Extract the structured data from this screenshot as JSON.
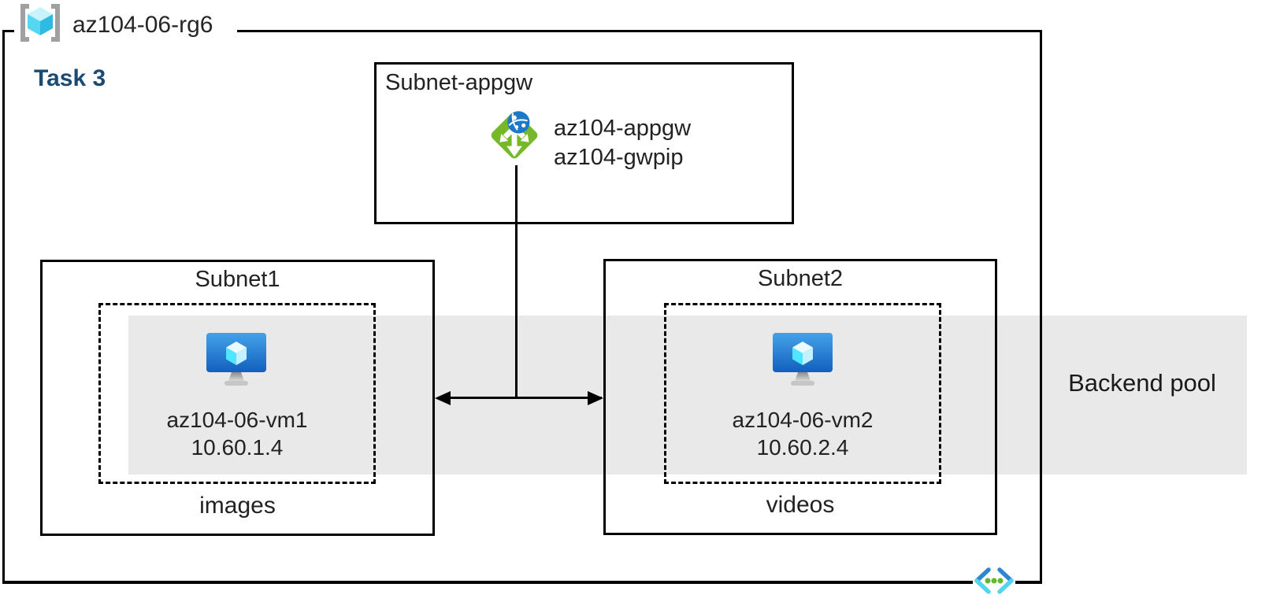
{
  "diagram": {
    "resource_group": "az104-06-rg6",
    "task": "Task 3",
    "appgw_subnet": {
      "title": "Subnet-appgw",
      "gateway_name": "az104-appgw",
      "gateway_pip": "az104-gwpip"
    },
    "subnet1": {
      "title": "Subnet1",
      "vm_name": "az104-06-vm1",
      "vm_ip": "10.60.1.4",
      "label": "images"
    },
    "subnet2": {
      "title": "Subnet2",
      "vm_name": "az104-06-vm2",
      "vm_ip": "10.60.2.4",
      "label": "videos"
    },
    "backend_pool_label": "Backend pool",
    "icons": {
      "resource_group": "resource-group-icon",
      "application_gateway": "application-gateway-icon",
      "virtual_machine": "virtual-machine-icon",
      "virtual_network": "virtual-network-icon"
    },
    "colors": {
      "task_heading": "#1B4A73",
      "backend_pool_band": "#E9E9E9",
      "appgw_green": "#76B82A",
      "appgw_globe_blue": "#1E78C8",
      "vm_monitor_top": "#45A2E9",
      "vm_monitor_bottom": "#1260BE",
      "vm_cube_left": "#50E6FF",
      "vm_cube_right": "#C3F1FF",
      "rg_bracket_gray": "#9FA0A2",
      "rg_cube_cyan": "#2DBAE3",
      "vnet_dark_blue": "#2E86D1",
      "vnet_light_blue": "#54D4F0",
      "vnet_dot_green": "#5FBA2F",
      "line_black": "#000000"
    }
  }
}
